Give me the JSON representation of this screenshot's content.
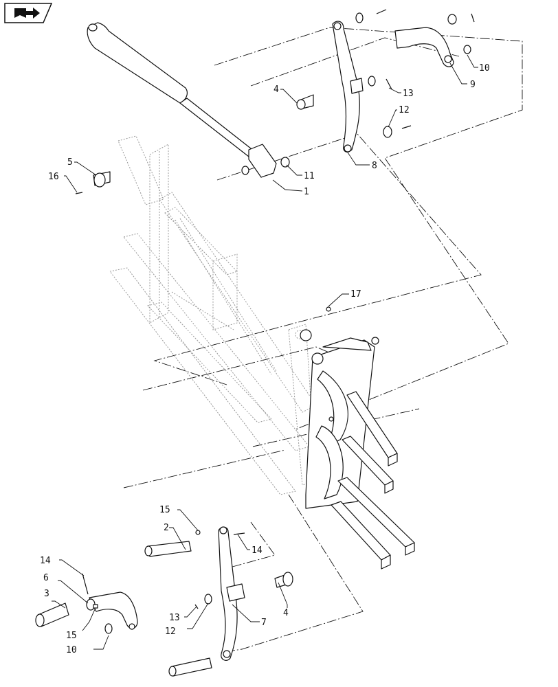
{
  "nav_icon": "bookmark-arrow-icon",
  "callouts": {
    "c1": "1",
    "c2": "2",
    "c3": "3",
    "c4a": "4",
    "c4b": "4",
    "c5": "5",
    "c6": "6",
    "c7": "7",
    "c8": "8",
    "c9": "9",
    "c10a": "10",
    "c10b": "10",
    "c11": "11",
    "c12a": "12",
    "c12b": "12",
    "c13a": "13",
    "c13b": "13",
    "c14a": "14",
    "c14b": "14",
    "c15a": "15",
    "c15b": "15",
    "c16": "16",
    "c17": "17"
  }
}
